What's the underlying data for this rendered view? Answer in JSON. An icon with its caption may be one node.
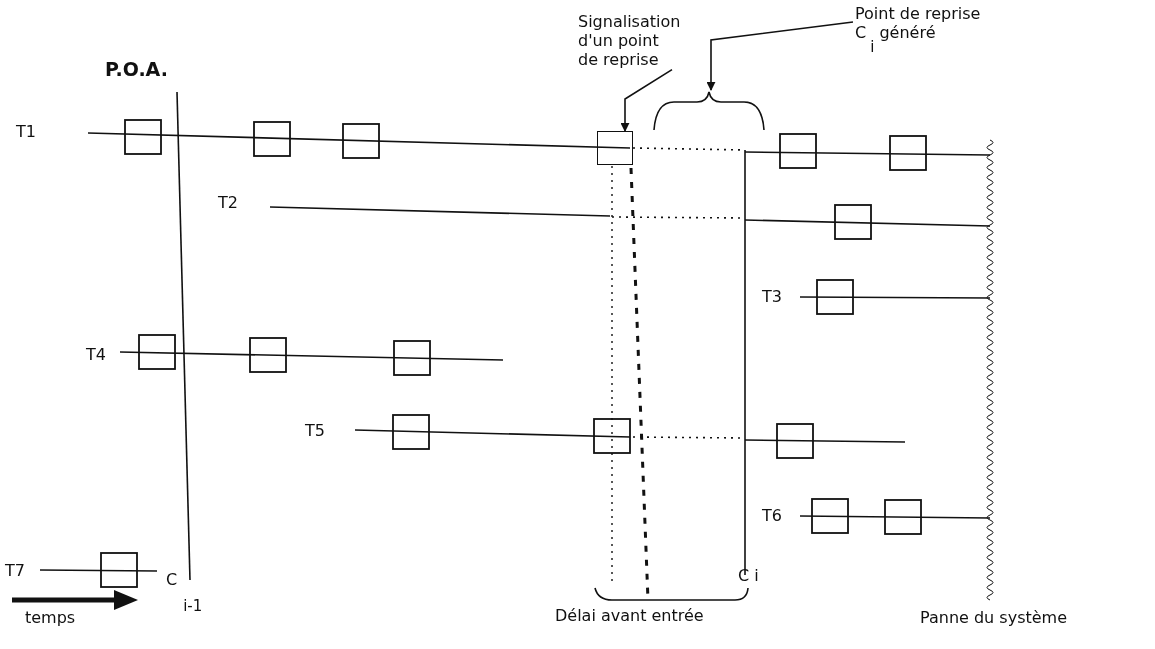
{
  "diagram": {
    "nodes": [
      {
        "text": [
          "Signalisation d'un point de reprise"
        ]
      },
      {
        "text": [],
        "shape": "box"
      },
      {
        "text": [
          "Point de reprise C$_{i}$ généré"
        ]
      },
      {
        "text": [],
        "shape": "brace"
      }
    ],
    "edges": [
      {
        "from": 0,
        "to": 1,
        "arrow": "to"
      },
      {
        "from": 2,
        "to": 3,
        "arrow": "to"
      }
    ],
    "labels": [
      "P.O.A.",
      "T1",
      "T2",
      "T3",
      "T4",
      "T5",
      "T6",
      "T7",
      "temps",
      "C$_{i-1}$",
      "C i",
      "Délai avant entrée",
      "Panne du système"
    ]
  }
}
